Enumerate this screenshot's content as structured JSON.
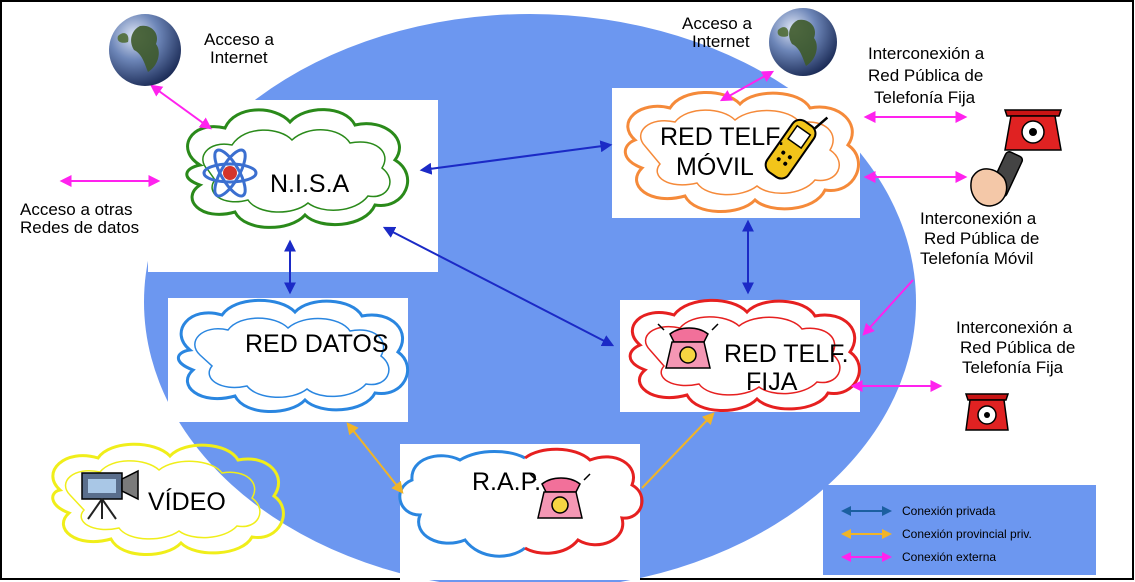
{
  "colors": {
    "private": "#1b2ac6",
    "provincial": "#f0b428",
    "external": "#ff22ee",
    "ellipse": "#6c97f0",
    "legend_bg": "#6c97f0",
    "nisa_cloud": "#2a8a1a",
    "datos_cloud": "#2a86e0",
    "movil_cloud": "#f58a3a",
    "fija_cloud": "#e62020",
    "video_cloud": "#f0ee1a"
  },
  "nodes": {
    "nisa": "N.I.S.A",
    "red_datos": "RED DATOS",
    "movil_line1": "RED TELF.",
    "movil_line2": "MÓVIL",
    "fija_line1": "RED TELF.",
    "fija_line2": "FIJA",
    "rap": "R.A.P.",
    "video": "VÍDEO"
  },
  "labels": {
    "internet_left_1": "Acceso a",
    "internet_left_2": "Internet",
    "internet_right_1": "Acceso a",
    "internet_right_2": "Internet",
    "otras_redes_1": "Acceso a otras",
    "otras_redes_2": "Redes de datos",
    "fija_top_1": "Interconexión a",
    "fija_top_2": "Red Pública de",
    "fija_top_3": "Telefonía Fija",
    "movil_pub_1": "Interconexión a",
    "movil_pub_2": "Red Pública de",
    "movil_pub_3": "Telefonía Móvil",
    "fija_bottom_1": "Interconexión a",
    "fija_bottom_2": "Red Pública de",
    "fija_bottom_3": "Telefonía Fija"
  },
  "icons": [
    "globe-icon",
    "atom-icon",
    "mobile-phone-icon",
    "red-telephone-icon",
    "hand-phone-icon",
    "pink-telephone-icon",
    "video-camera-icon"
  ],
  "legend": {
    "items": [
      {
        "label": "Conexión privada",
        "color": "#1b5fa0"
      },
      {
        "label": "Conexión provincial priv.",
        "color": "#f0b428"
      },
      {
        "label": "Conexión externa",
        "color": "#ff22ee"
      }
    ]
  }
}
